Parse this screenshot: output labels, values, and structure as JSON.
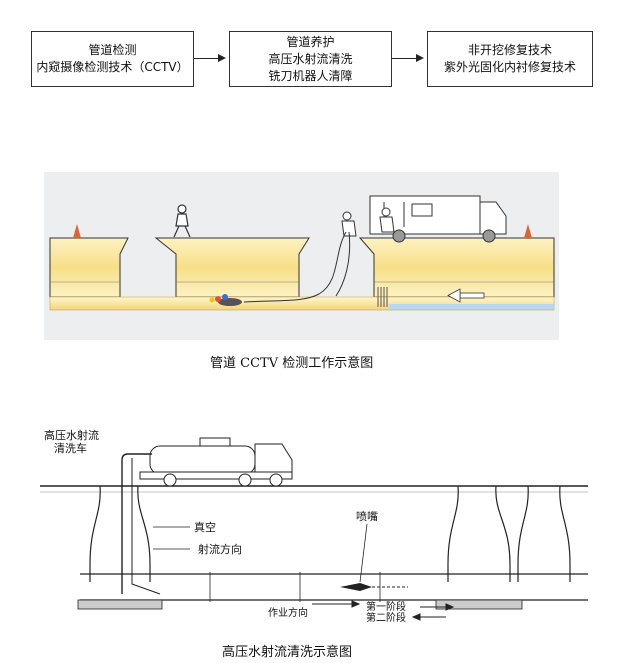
{
  "flow": {
    "box1": {
      "line1": "管道检测",
      "line2": "内窥摄像检测技术（CCTV）"
    },
    "box2": {
      "line1": "管道养护",
      "line2": "高压水射流清洗",
      "line3": "铣刀机器人清障"
    },
    "box3": {
      "line1": "非开挖修复技术",
      "line2": "紫外光固化内衬修复技术"
    }
  },
  "cctv": {
    "caption": "管道 CCTV 检测工作示意图"
  },
  "jet": {
    "vehicle_label_1": "高压水射流",
    "vehicle_label_2": "清洗车",
    "vacuum_label": "真空",
    "jet_direction_label": "射流方向",
    "nozzle_label": "喷嘴",
    "work_direction_label": "作业方向",
    "stage1_label": "第一阶段",
    "stage2_label": "第二阶段",
    "caption": "高压水射流清洗示意图"
  },
  "colors": {
    "soil": "#fae9a5",
    "soil_dark": "#f0d468",
    "water": "#b9d8f0",
    "line": "#222222"
  }
}
